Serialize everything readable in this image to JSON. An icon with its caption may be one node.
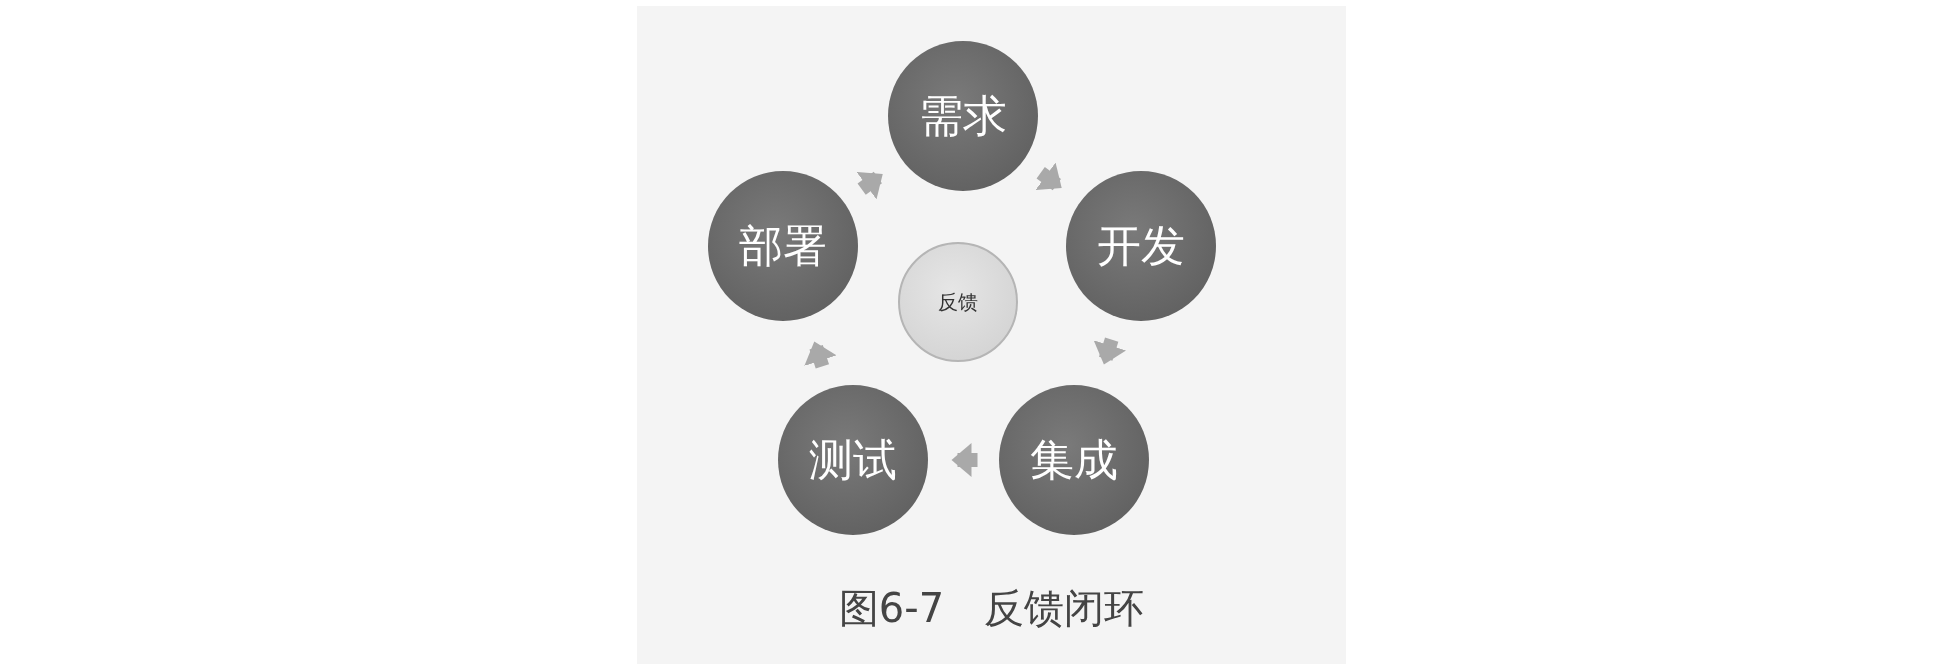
{
  "diagram": {
    "caption": "图6-7　反馈闭环",
    "nodes": [
      {
        "text": [
          "需求"
        ]
      },
      {
        "text": [
          "开发"
        ]
      },
      {
        "text": [
          "集成"
        ]
      },
      {
        "text": [
          "测试"
        ]
      },
      {
        "text": [
          "部署"
        ]
      },
      {
        "text": [
          "反馈"
        ]
      }
    ],
    "edges": [
      {
        "from": 0,
        "to": 1,
        "arrow": "to"
      },
      {
        "from": 1,
        "to": 2,
        "arrow": "to"
      },
      {
        "from": 2,
        "to": 3,
        "arrow": "to"
      },
      {
        "from": 3,
        "to": 4,
        "arrow": "to"
      },
      {
        "from": 4,
        "to": 0,
        "arrow": "to"
      }
    ]
  }
}
